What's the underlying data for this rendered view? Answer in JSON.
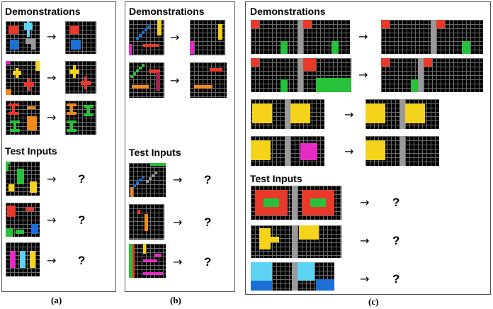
{
  "panel_a": {
    "demo_heading": "Demonstrations",
    "test_heading": "Test Inputs",
    "caption": "(a)"
  },
  "panel_b": {
    "demo_heading": "Demonstrations",
    "test_heading": "Test Inputs",
    "caption": "(b)"
  },
  "panel_c": {
    "demo_heading": "Demonstrations",
    "test_heading": "Test Inputs",
    "caption": "(c)"
  },
  "question_mark": "?",
  "arrow_glyph": "→",
  "colors": {
    "background": "#000000",
    "grid_line": "#6a6a6a",
    "separator": "#9a9a9a",
    "red": "#e8392b",
    "blue": "#1b6fd6",
    "light_blue": "#5fd3f4",
    "gray": "#9a9a9a",
    "yellow": "#f5d21b",
    "orange": "#f08a1d",
    "green": "#27c23a",
    "magenta": "#e62bc4",
    "maroon": "#a5244a"
  }
}
